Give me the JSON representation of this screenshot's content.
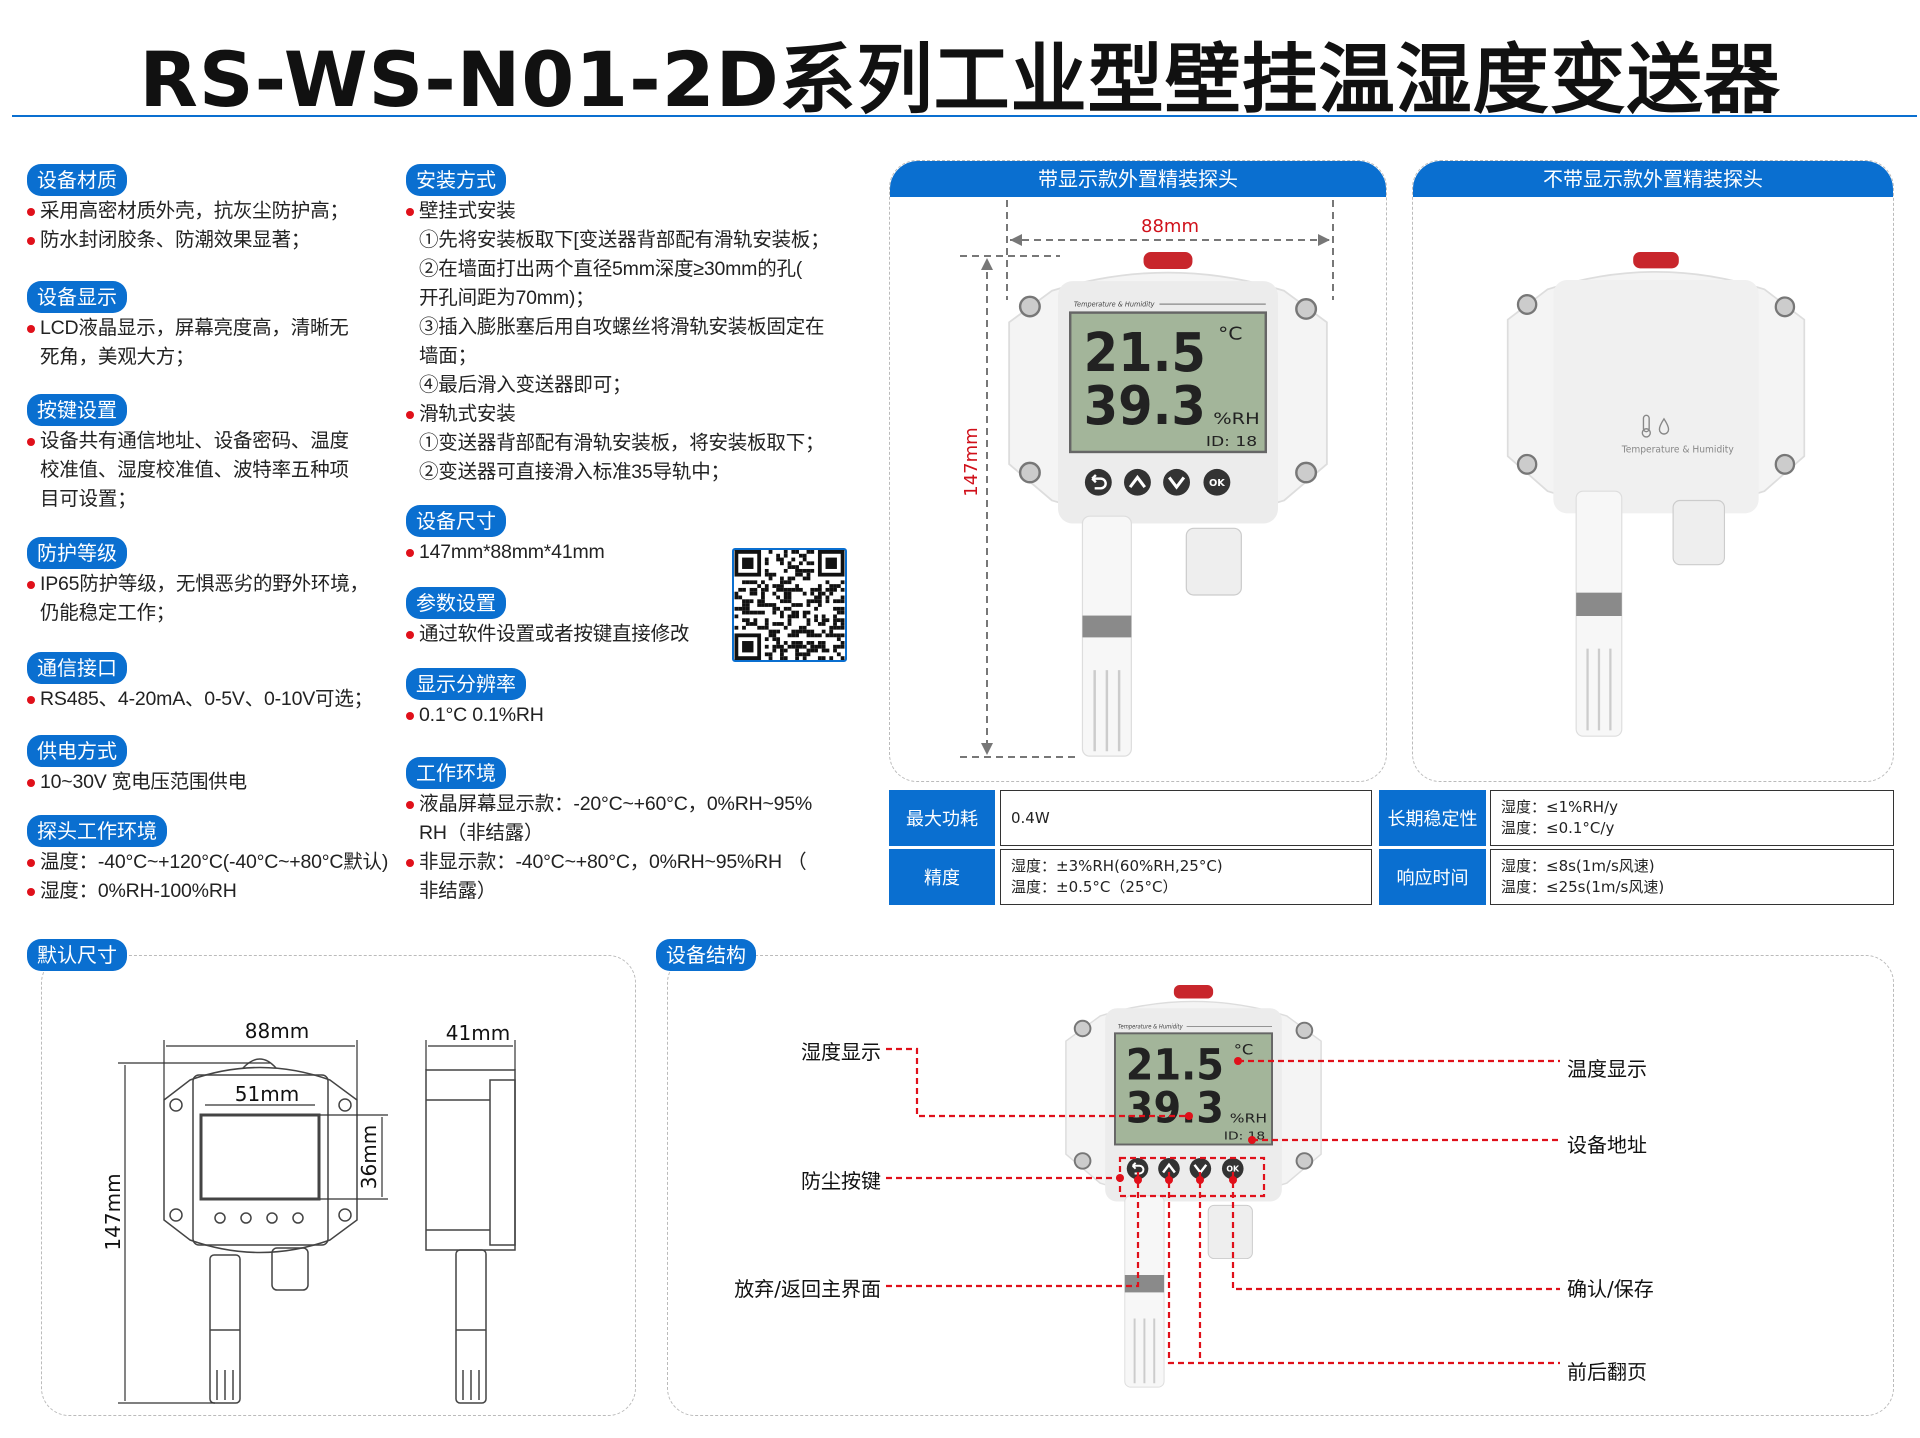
{
  "title": "RS-WS-N01-2D系列工业型壁挂温湿度变送器",
  "colors": {
    "accent": "#0a6fd0",
    "bullet": "#e0101a",
    "lcd": "#a3b59a"
  },
  "left_sections": [
    {
      "tag": "设备材质",
      "lines": [
        {
          "b": true,
          "t": "采用高密材质外壳，抗灰尘防护高；"
        },
        {
          "b": true,
          "t": "防水封闭胶条、防潮效果显著；"
        }
      ]
    },
    {
      "tag": "设备显示",
      "lines": [
        {
          "b": true,
          "t": "LCD液晶显示，屏幕亮度高，清晰无"
        },
        {
          "b": false,
          "t": "死角，美观大方；"
        }
      ]
    },
    {
      "tag": "按键设置",
      "lines": [
        {
          "b": true,
          "t": "设备共有通信地址、设备密码、温度"
        },
        {
          "b": false,
          "t": "校准值、湿度校准值、波特率五种项"
        },
        {
          "b": false,
          "t": "目可设置；"
        }
      ]
    },
    {
      "tag": "防护等级",
      "lines": [
        {
          "b": true,
          "t": "IP65防护等级，无惧恶劣的野外环境，"
        },
        {
          "b": false,
          "t": "仍能稳定工作；"
        }
      ]
    },
    {
      "tag": "通信接口",
      "lines": [
        {
          "b": true,
          "t": "RS485、4-20mA、0-5V、0-10V可选；"
        }
      ]
    },
    {
      "tag": "供电方式",
      "lines": [
        {
          "b": true,
          "t": "10~30V 宽电压范围供电"
        }
      ]
    },
    {
      "tag": "探头工作环境",
      "lines": [
        {
          "b": true,
          "t": "温度：-40°C~+120°C(-40°C~+80°C默认)"
        },
        {
          "b": true,
          "t": "湿度：0%RH-100%RH"
        }
      ]
    }
  ],
  "mid_sections": [
    {
      "tag": "安装方式",
      "lines": [
        {
          "b": true,
          "t": "壁挂式安装"
        },
        {
          "b": false,
          "t": "①先将安装板取下[变送器背部配有滑轨安装板；"
        },
        {
          "b": false,
          "t": "②在墙面打出两个直径5mm深度≥30mm的孔("
        },
        {
          "b": false,
          "t": "开孔间距为70mm)；"
        },
        {
          "b": false,
          "t": "③插入膨胀塞后用自攻螺丝将滑轨安装板固定在"
        },
        {
          "b": false,
          "t": "墙面；"
        },
        {
          "b": false,
          "t": "④最后滑入变送器即可；"
        },
        {
          "b": true,
          "t": "滑轨式安装"
        },
        {
          "b": false,
          "t": "①变送器背部配有滑轨安装板，将安装板取下；"
        },
        {
          "b": false,
          "t": "②变送器可直接滑入标准35导轨中；"
        }
      ]
    },
    {
      "tag": "设备尺寸",
      "lines": [
        {
          "b": true,
          "t": "147mm*88mm*41mm"
        }
      ]
    },
    {
      "tag": "参数设置",
      "lines": [
        {
          "b": true,
          "t": "通过软件设置或者按键直接修改"
        }
      ]
    },
    {
      "tag": "显示分辨率",
      "lines": [
        {
          "b": true,
          "t": "0.1°C  0.1%RH"
        }
      ]
    },
    {
      "tag": "工作环境",
      "lines": [
        {
          "b": true,
          "t": "液晶屏幕显示款：-20°C~+60°C，0%RH~95%"
        },
        {
          "b": false,
          "t": "RH（非结露）"
        },
        {
          "b": true,
          "t": "非显示款：-40°C~+80°C，0%RH~95%RH （"
        },
        {
          "b": false,
          "t": "非结露）"
        }
      ]
    }
  ],
  "products": {
    "display": {
      "header": "带显示款外置精装探头",
      "width_dim": "88mm",
      "height_dim": "147mm"
    },
    "no_display": {
      "header": "不带显示款外置精装探头",
      "logo_text": "Temperature & Humidity"
    }
  },
  "lcd": {
    "label": "Temperature & Humidity",
    "temp": "21.5",
    "temp_unit": "°C",
    "hum": "39.3",
    "hum_unit": "%RH",
    "id": "ID: 18",
    "ok": "OK"
  },
  "specs": [
    {
      "label": "最大功耗",
      "values": [
        "0.4W"
      ]
    },
    {
      "label": "长期稳定性",
      "values": [
        "湿度：≤1%RH/y",
        "温度：≤0.1°C/y"
      ]
    },
    {
      "label": "精度",
      "values": [
        "湿度：±3%RH(60%RH,25°C)",
        "温度：±0.5°C（25°C）"
      ]
    },
    {
      "label": "响应时间",
      "values": [
        "湿度：≤8s(1m/s风速)",
        "温度：≤25s(1m/s风速)"
      ]
    }
  ],
  "dimensions": {
    "tag": "默认尺寸",
    "width": "88mm",
    "screen_width": "51mm",
    "screen_height": "36mm",
    "height": "147mm",
    "depth": "41mm"
  },
  "structure": {
    "tag": "设备结构",
    "callouts": {
      "humidity": "湿度显示",
      "buttons": "防尘按键",
      "back": "放弃/返回主界面",
      "temperature": "温度显示",
      "address": "设备地址",
      "ok": "确认/保存",
      "page": "前后翻页"
    }
  }
}
